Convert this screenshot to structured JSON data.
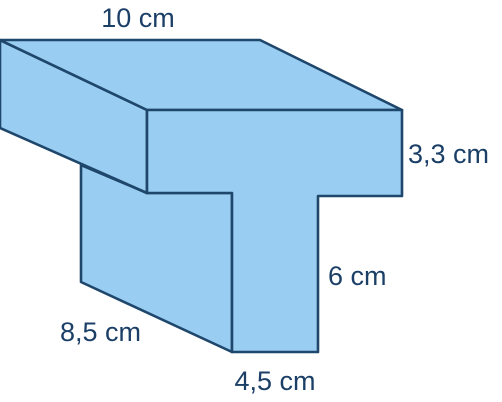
{
  "colors": {
    "face_fill": "#99cdf2",
    "edge_stroke": "#1f466b",
    "label_color": "#1b3f66",
    "background": "#ffffff"
  },
  "labels": {
    "top_length": "10 cm",
    "top_height": "3,3 cm",
    "stem_height": "6 cm",
    "depth": "8,5 cm",
    "stem_width": "4,5 cm"
  }
}
